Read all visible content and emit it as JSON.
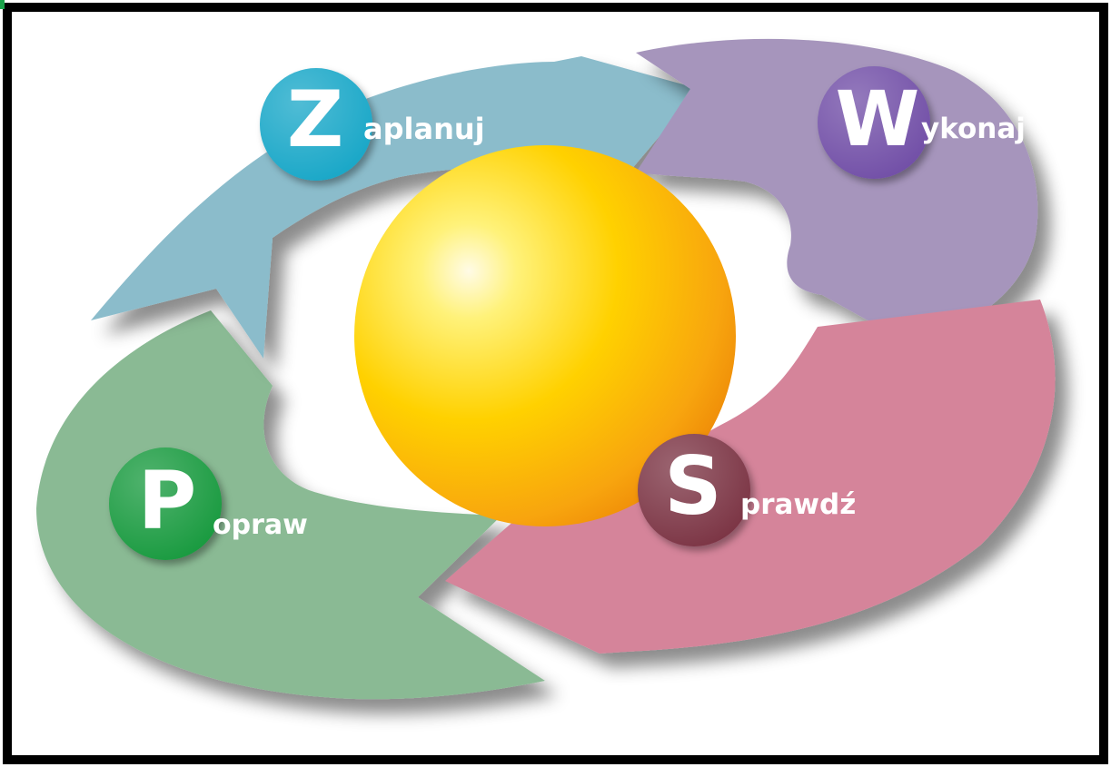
{
  "colors": {
    "plan": "#8bbccb",
    "plan_badge": "#13a6c7",
    "do": "#a695bc",
    "do_badge": "#6f4ea6",
    "check": "#d5849a",
    "check_badge": "#7a3043",
    "act": "#8aba94",
    "act_badge": "#16993c",
    "sphere": "#f7c600",
    "frame": "#000000",
    "accent_corner": "#1aa24a"
  },
  "steps": [
    {
      "id": "plan",
      "initial": "Z",
      "rest": "aplanuj"
    },
    {
      "id": "do",
      "initial": "W",
      "rest": "ykonaj"
    },
    {
      "id": "check",
      "initial": "S",
      "rest": "prawdź"
    },
    {
      "id": "act",
      "initial": "P",
      "rest": "opraw"
    }
  ]
}
